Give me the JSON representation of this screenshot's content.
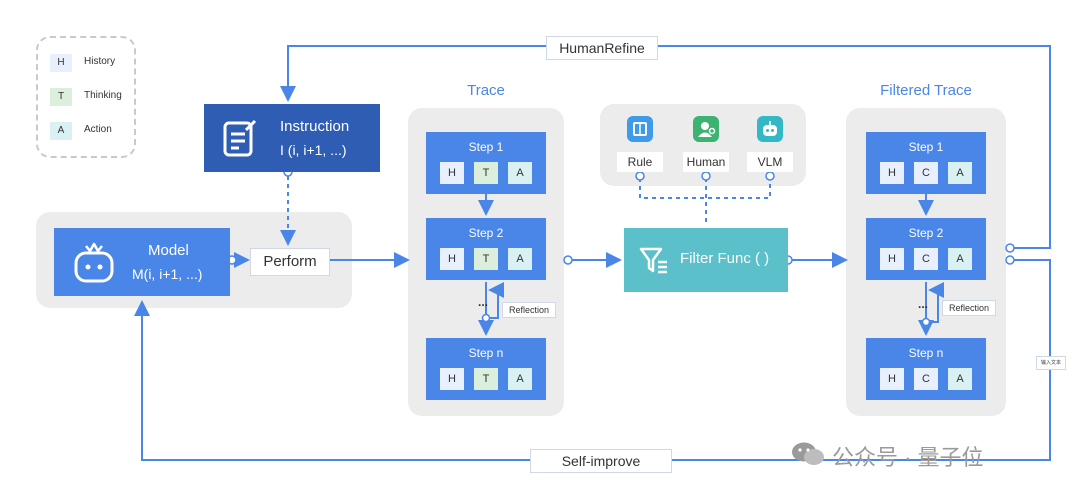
{
  "legend": {
    "items": [
      {
        "code": "H",
        "label": "History"
      },
      {
        "code": "T",
        "label": "Thinking"
      },
      {
        "code": "A",
        "label": "Action"
      }
    ]
  },
  "loops": {
    "human_refine": "HumanRefine",
    "self_improve": "Self-improve"
  },
  "instruction": {
    "title": "Instruction",
    "formula": "I (i, i+1, ...)"
  },
  "model": {
    "title": "Model",
    "formula": "M(i, i+1, ...)"
  },
  "perform": "Perform",
  "trace": {
    "title": "Trace",
    "steps": [
      {
        "label": "Step 1",
        "cells": [
          "H",
          "T",
          "A"
        ]
      },
      {
        "label": "Step 2",
        "cells": [
          "H",
          "T",
          "A"
        ]
      },
      {
        "label": "Step n",
        "cells": [
          "H",
          "T",
          "A"
        ]
      }
    ],
    "ellipsis": "...",
    "reflection": "Reflection"
  },
  "filter": {
    "sources": [
      "Rule",
      "Human",
      "VLM"
    ],
    "func_label": "Filter Func ( )"
  },
  "filtered_trace": {
    "title": "Filtered Trace",
    "steps": [
      {
        "label": "Step 1",
        "cells": [
          "H",
          "C",
          "A"
        ]
      },
      {
        "label": "Step 2",
        "cells": [
          "H",
          "C",
          "A"
        ]
      },
      {
        "label": "Step n",
        "cells": [
          "H",
          "C",
          "A"
        ]
      }
    ],
    "ellipsis": "...",
    "reflection": "Reflection"
  },
  "side_tag": "输入文本",
  "watermark": {
    "text": "公众号 · 量子位"
  },
  "colors": {
    "blue": "#4a86e8",
    "dark_blue": "#2f5db3",
    "teal": "#5bc0c9",
    "panel": "#ececec",
    "icon_blue": "#3d9be9",
    "icon_green": "#3cb371",
    "icon_teal": "#33b8c6"
  }
}
